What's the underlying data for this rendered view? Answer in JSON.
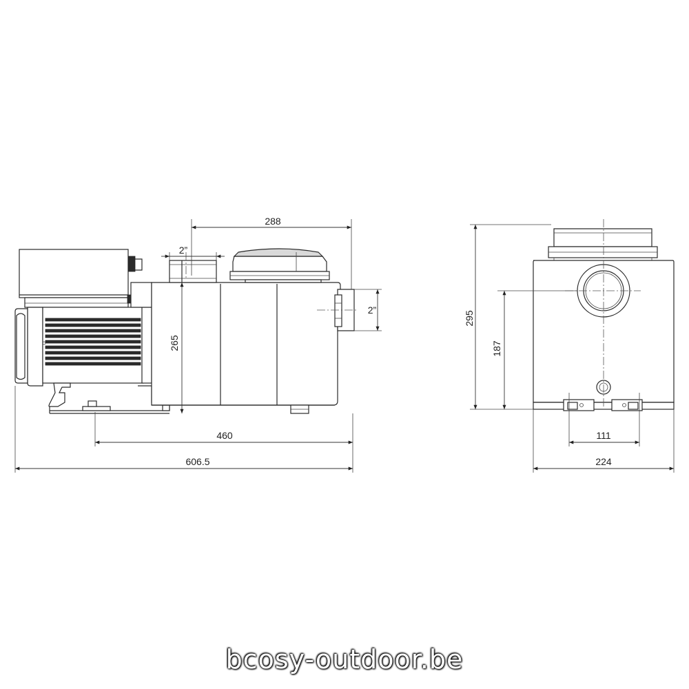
{
  "side_view": {
    "dim_top_length": "288",
    "dim_inlet_size": "2”",
    "dim_outlet_size": "2”",
    "dim_height": "265",
    "dim_base_length": "460",
    "dim_total_length": "606.5"
  },
  "front_view": {
    "dim_total_height": "295",
    "dim_outlet_height": "187",
    "dim_foot_spacing": "111",
    "dim_total_width": "224"
  },
  "watermark": "bcosy-outdoor.be"
}
